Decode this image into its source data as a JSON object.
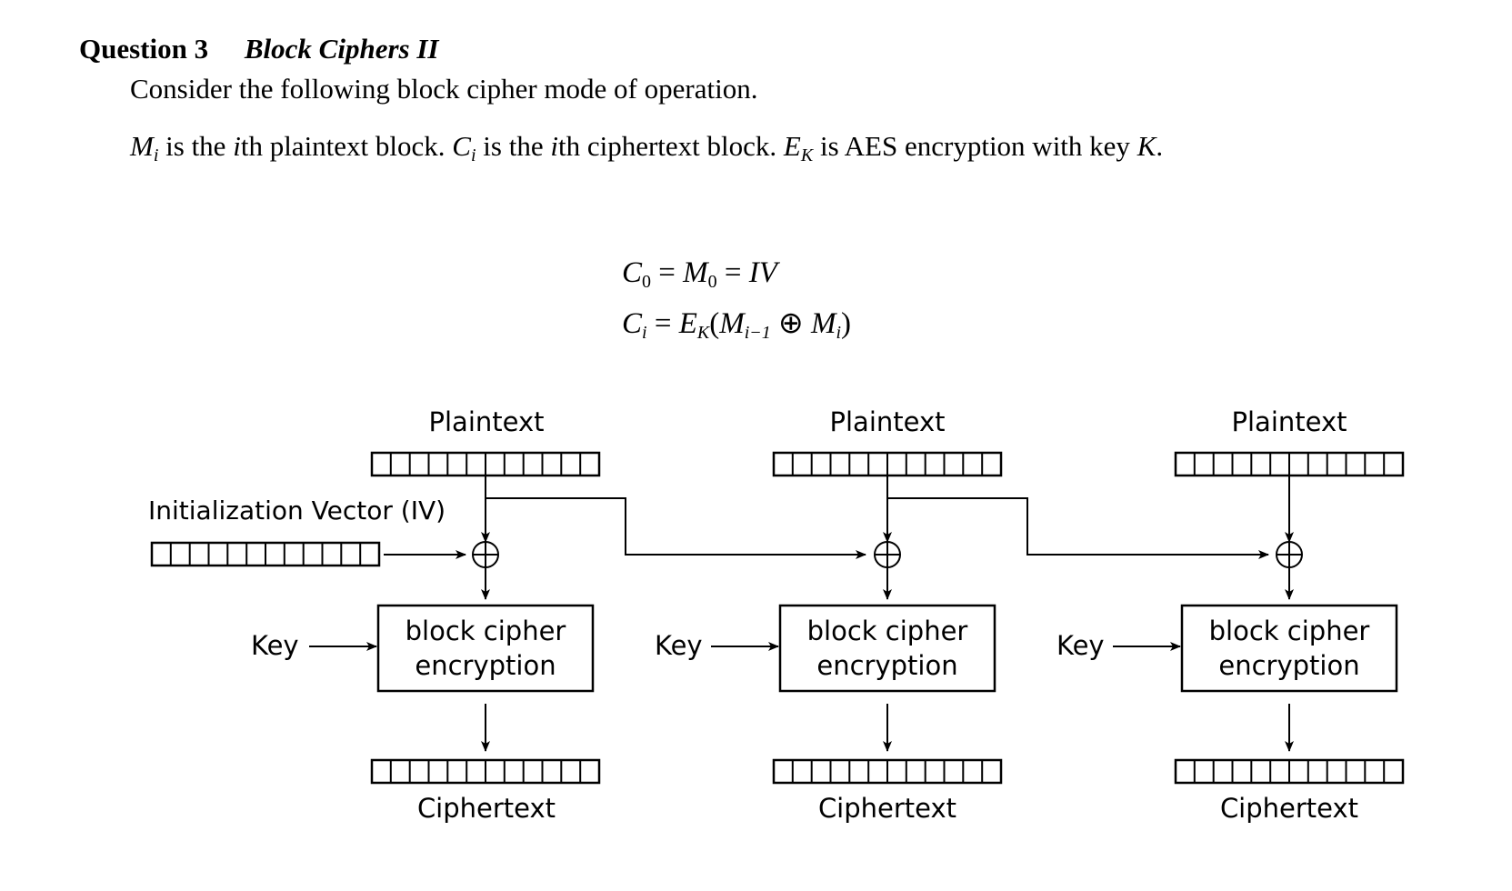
{
  "question": {
    "number_label": "Question 3",
    "title": "Block Ciphers II",
    "intro": "Consider the following block cipher mode of operation.",
    "defs": {
      "m_var": "M",
      "m_sub": "i",
      "m_text": " is the ",
      "ith1": "i",
      "m_text2": "th plaintext block. ",
      "c_var": "C",
      "c_sub": "i",
      "c_text": " is the ",
      "ith2": "i",
      "c_text2": "th ciphertext block. ",
      "e_var": "E",
      "e_sub": "K",
      "e_text": " is AES encryption with key ",
      "k_var": "K",
      "end": "."
    }
  },
  "equations": {
    "line1": {
      "c": "C",
      "c_sub": "0",
      "eq1": " = ",
      "m": "M",
      "m_sub": "0",
      "eq2": " = ",
      "iv": "IV"
    },
    "line2": {
      "c": "C",
      "c_sub": "i",
      "eq": " = ",
      "e": "E",
      "e_sub": "K",
      "open": "(",
      "m1": "M",
      "m1_sub": "i−1",
      "xor": " ⊕ ",
      "m2": "M",
      "m2_sub": "i",
      "close": ")"
    }
  },
  "diagram": {
    "iv_label": "Initialization Vector (IV)",
    "plaintext_label": "Plaintext",
    "ciphertext_label": "Ciphertext",
    "key_label": "Key",
    "cipher_box_line1": "block cipher",
    "cipher_box_line2": "encryption"
  }
}
